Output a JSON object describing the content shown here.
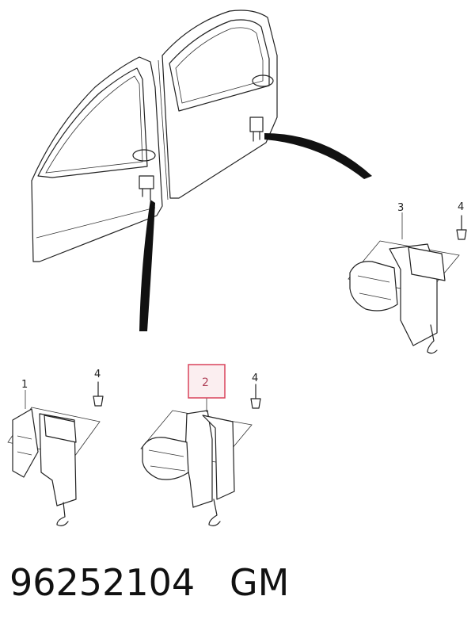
{
  "callouts": {
    "label_1": "1",
    "label_2": "2",
    "label_3": "3",
    "label_4a": "4",
    "label_4b": "4",
    "label_4c": "4"
  },
  "highlight_color": "#d9445c",
  "footer": {
    "part_number": "96252104",
    "brand": "GM"
  }
}
